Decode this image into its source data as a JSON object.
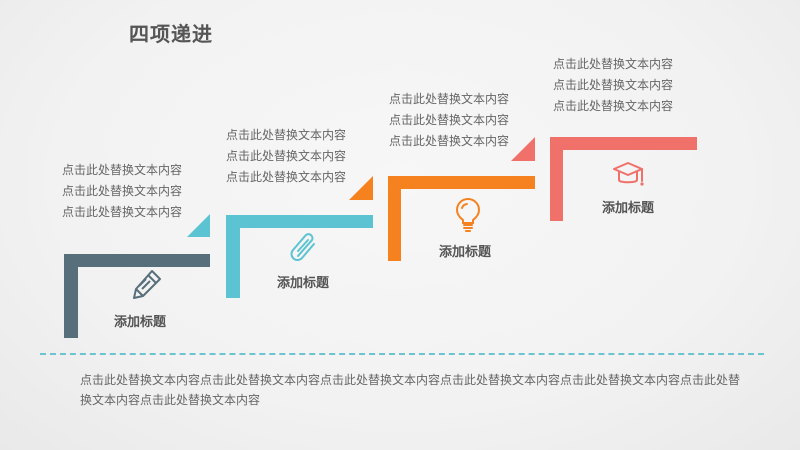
{
  "title": "四项递进",
  "colors": {
    "step1": "#576f7b",
    "step2": "#5bc3d1",
    "step3": "#f5821f",
    "step4": "#f0706a",
    "dash": "#6cc3d1"
  },
  "steps": [
    {
      "label": "添加标题",
      "icon": "pencil-icon",
      "lines": [
        "点击此处替换文本内容",
        "点击此处替换文本内容",
        "点击此处替换文本内容"
      ]
    },
    {
      "label": "添加标题",
      "icon": "paperclip-icon",
      "lines": [
        "点击此处替换文本内容",
        "点击此处替换文本内容",
        "点击此处替换文本内容"
      ]
    },
    {
      "label": "添加标题",
      "icon": "lightbulb-icon",
      "lines": [
        "点击此处替换文本内容",
        "点击此处替换文本内容",
        "点击此处替换文本内容"
      ]
    },
    {
      "label": "添加标题",
      "icon": "graduation-cap-icon",
      "lines": [
        "点击此处替换文本内容",
        "点击此处替换文本内容",
        "点击此处替换文本内容"
      ]
    }
  ],
  "footer": {
    "text": "点击此处替换文本内容点击此处替换文本内容点击此处替换文本内容点击此处替换文本内容点击此处替换文本内容点击此处替换文本内容点击此处替换文本内容"
  }
}
